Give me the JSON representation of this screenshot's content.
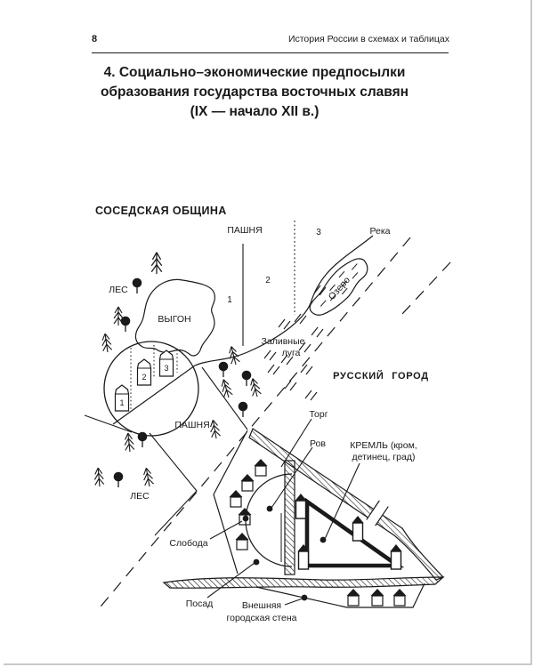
{
  "colors": {
    "ink": "#1a1a1a",
    "paper": "#ffffff"
  },
  "page": {
    "page_number": "8",
    "running_header": "История России в схемах и таблицах",
    "title_lines": [
      "4. Социально–экономические предпосылки",
      "образования государства восточных славян",
      "(IX — начало XII в.)"
    ]
  },
  "community": {
    "heading": "СОСЕДСКАЯ ОБЩИНА",
    "field_label_top": "ПАШНЯ",
    "field_label_bottom": "ПАШНЯ",
    "river_label": "Река",
    "lake_label": "Озеро",
    "forest_label_upper": "ЛЕС",
    "forest_label_lower": "ЛЕС",
    "pasture_label": "ВЫГОН",
    "flood_meadow_label_line1": "Заливные",
    "flood_meadow_label_line2": "луга",
    "field_numbers": [
      "1",
      "2",
      "3"
    ],
    "household_numbers": [
      "1",
      "2",
      "3"
    ]
  },
  "city": {
    "heading": "РУССКИЙ ГОРОД",
    "market_label": "Торг",
    "moat_label": "Ров",
    "kremlin_label_line1": "КРЕМЛЬ (кром,",
    "kremlin_label_line2": "детинец, град)",
    "sloboda_label": "Слобода",
    "posad_label": "Посад",
    "outer_wall_label_line1": "Внешняя",
    "outer_wall_label_line2": "городская стена"
  }
}
